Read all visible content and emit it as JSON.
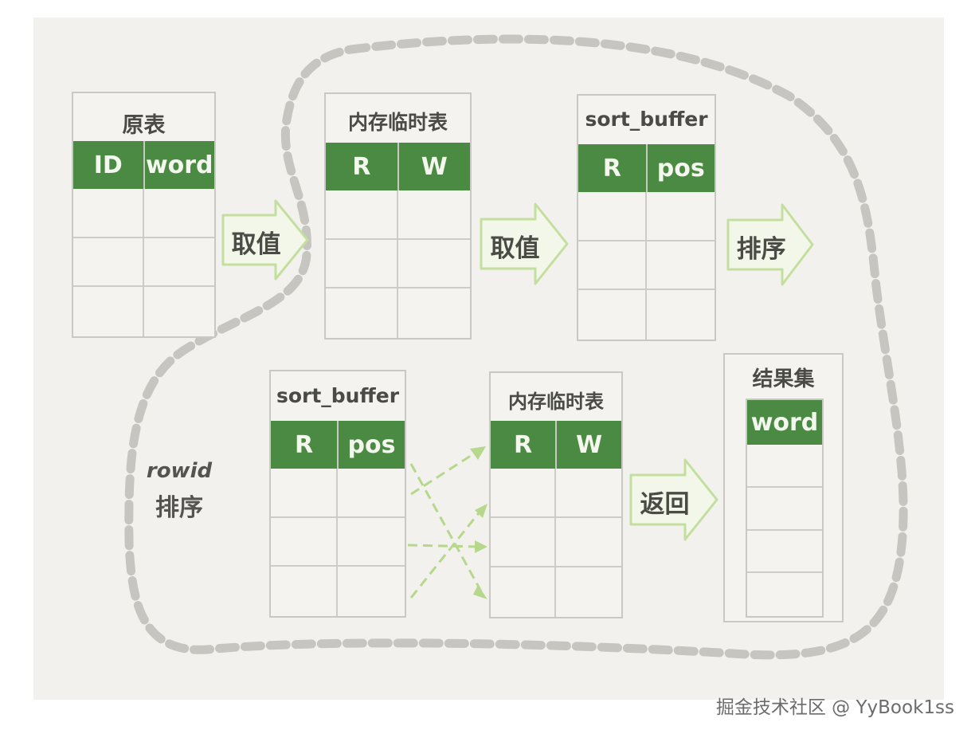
{
  "tables": {
    "source": {
      "title": "原表",
      "headers": [
        "ID",
        "word"
      ]
    },
    "temp_top": {
      "title": "内存临时表",
      "headers": [
        "R",
        "W"
      ]
    },
    "buffer_top": {
      "title": "sort_buffer",
      "headers": [
        "R",
        "pos"
      ]
    },
    "buffer_bottom": {
      "title": "sort_buffer",
      "headers": [
        "R",
        "pos"
      ]
    },
    "temp_bottom": {
      "title": "内存临时表",
      "headers": [
        "R",
        "W"
      ]
    },
    "result": {
      "title": "结果集",
      "headers": [
        "word"
      ]
    }
  },
  "arrows": {
    "fetch_1": "取值",
    "fetch_2": "取值",
    "sort": "排序",
    "return": "返回"
  },
  "region_label": {
    "line1": "rowid",
    "line2": "排序"
  },
  "watermark": "掘金技术社区 @ YyBook1ss",
  "colors": {
    "header_green": "#4b8a43",
    "arrow_fill": "#f3f7e9",
    "arrow_stroke": "#c3df9f",
    "dashed_border": "#c6c5c0",
    "background": "#f2f1ed"
  }
}
